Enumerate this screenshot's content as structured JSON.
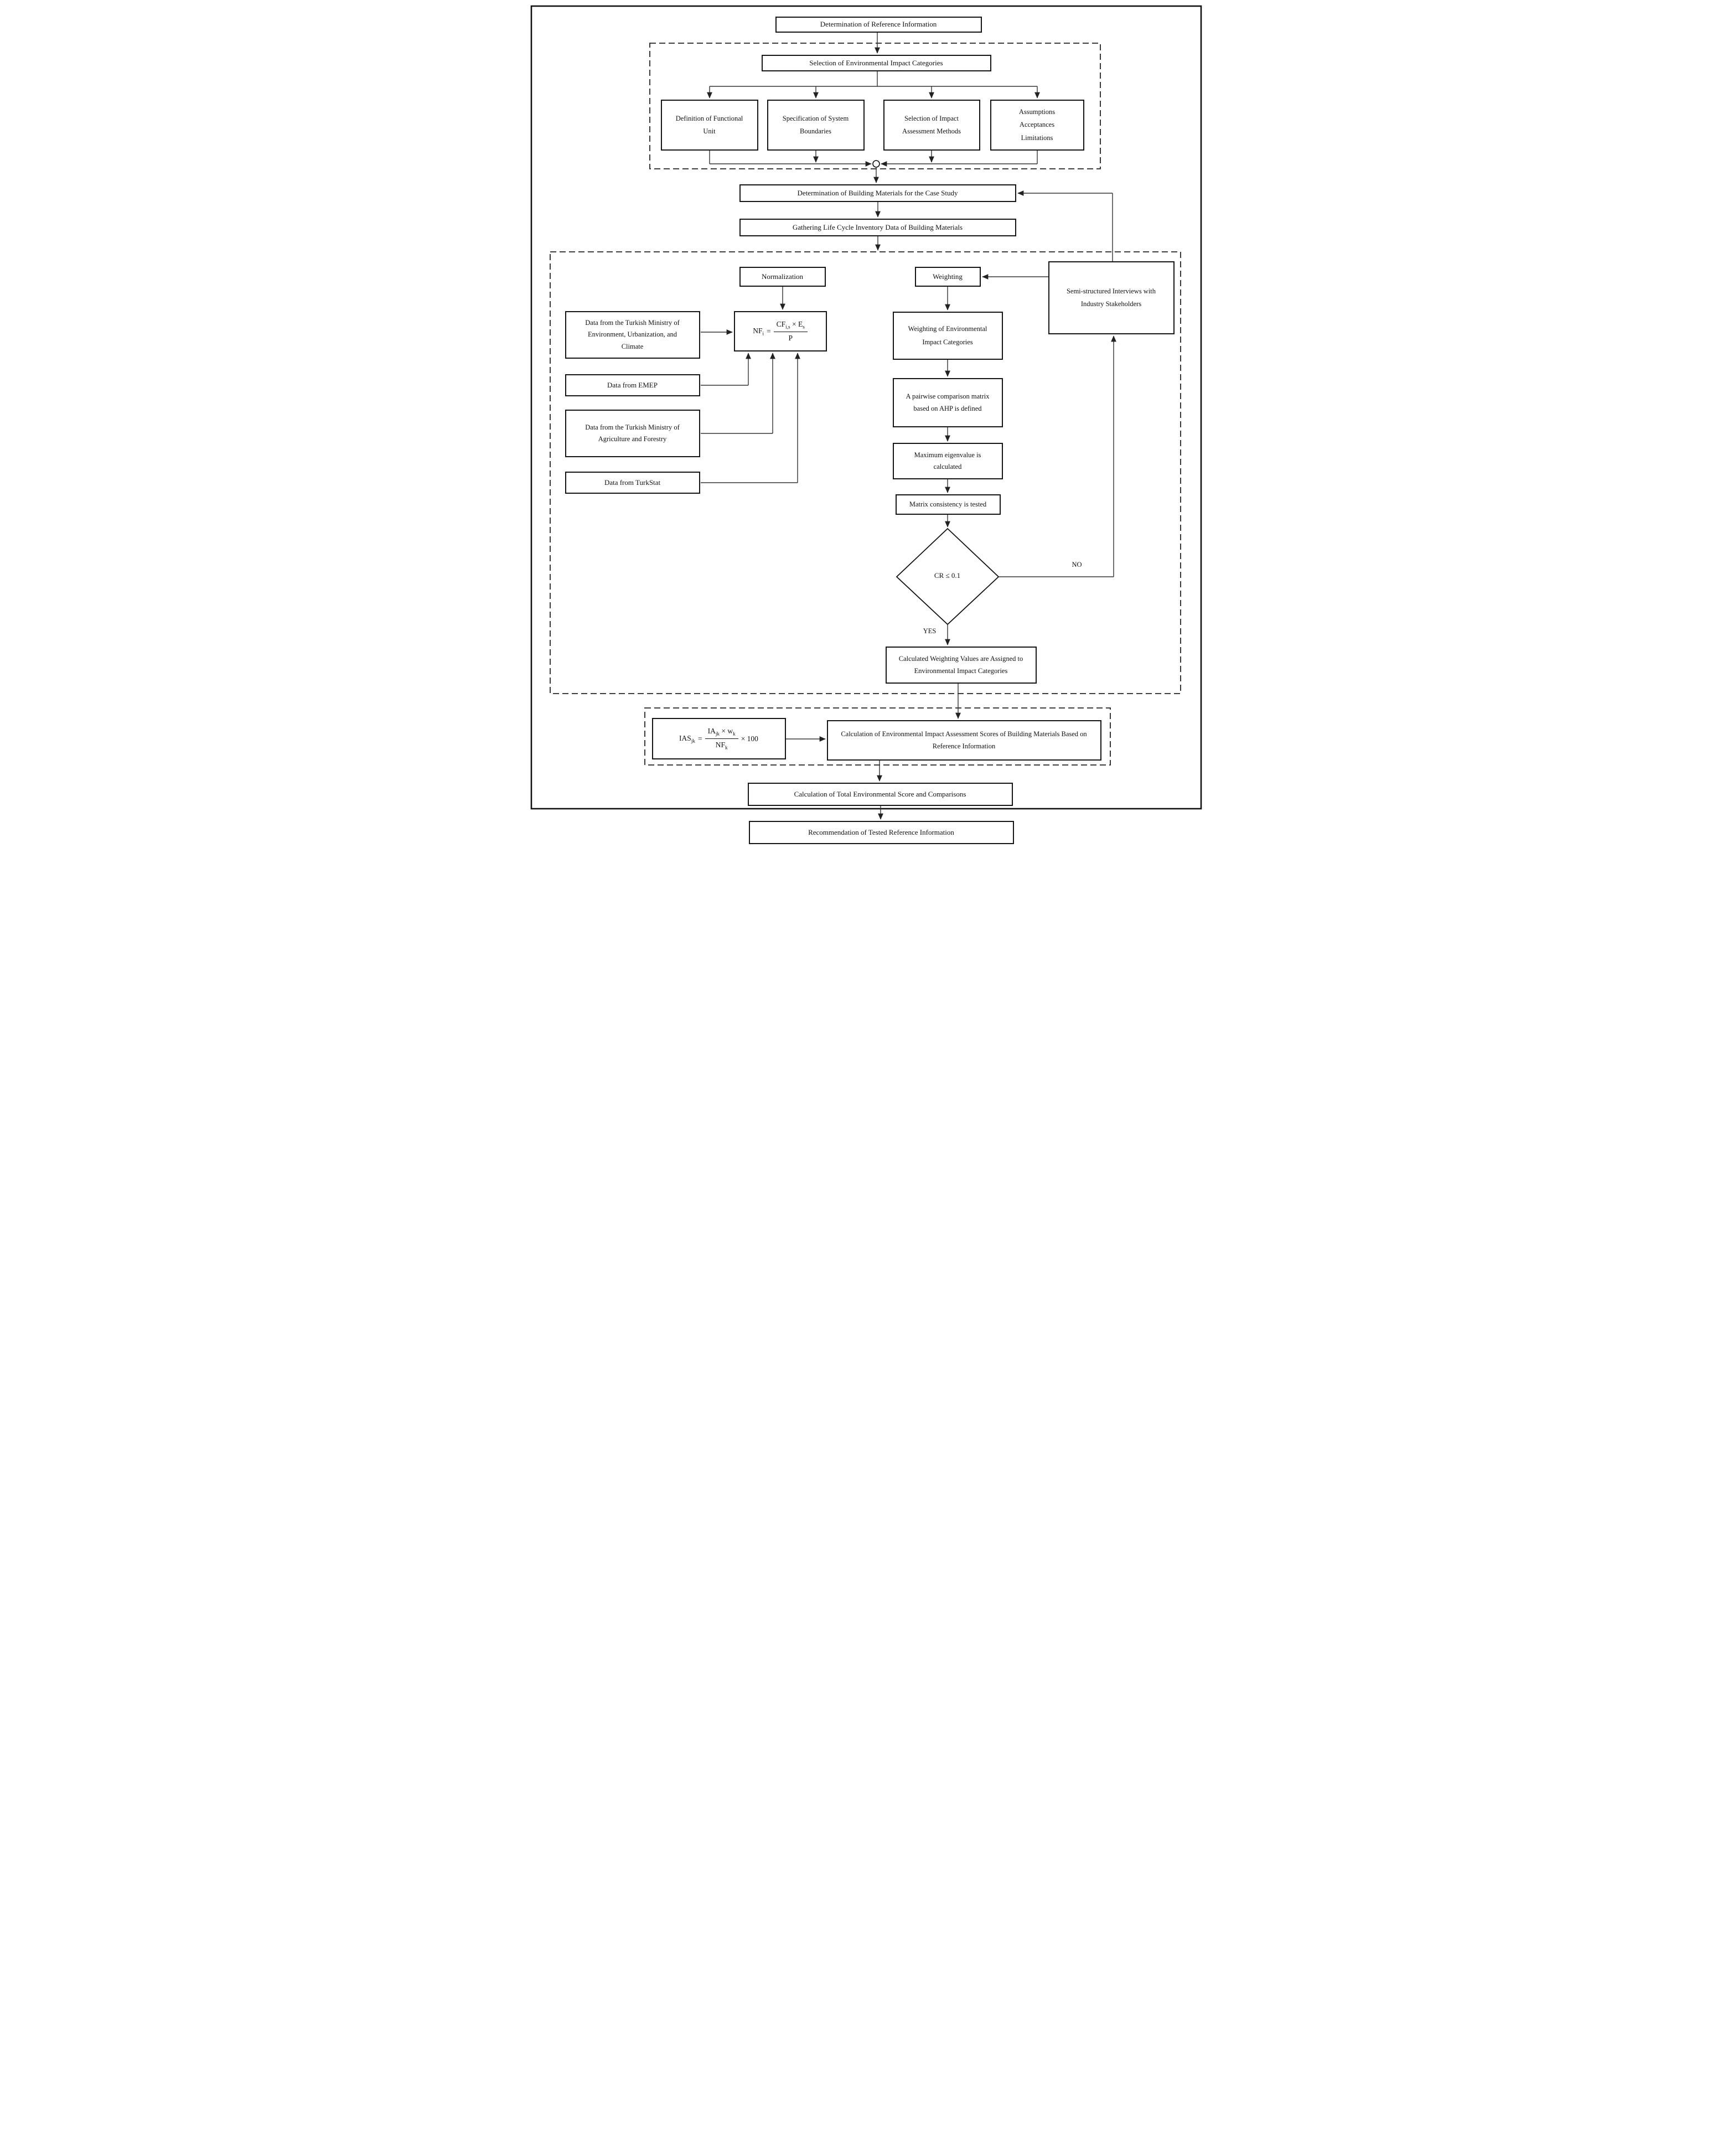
{
  "nodes": {
    "determination_reference": "Determination of Reference Information",
    "selection_categories": "Selection of Environmental Impact Categories",
    "definition_functional_unit": "Definition of Functional Unit",
    "specification_system_boundaries": "Specification of System Boundaries",
    "selection_impact_methods": "Selection of Impact Assessment Methods",
    "assumptions_acceptances_limitations": "Assumptions Acceptances Limitations",
    "determination_materials": "Determination of Building Materials for the Case Study",
    "gathering_lci": "Gathering Life Cycle Inventory Data of Building Materials",
    "normalization": "Normalization",
    "weighting": "Weighting",
    "semi_structured_interviews": "Semi-structured Interviews with Industry Stakeholders",
    "data_ministry_environment": "Data from the Turkish Ministry of Environment, Urbanization, and Climate",
    "data_emep": "Data from EMEP",
    "data_ministry_agriculture": "Data from the Turkish Ministry of Agriculture and Forestry",
    "data_turkstat": "Data from TurkStat",
    "weighting_of_categories": "Weighting of Environmental Impact Categories",
    "pairwise_matrix": "A pairwise comparison matrix based on AHP is defined",
    "maximum_eigenvalue": "Maximum eigenvalue is calculated",
    "matrix_consistency": "Matrix consistency is tested",
    "cr_condition": "CR ≤ 0.1",
    "calculated_weighting_values": "Calculated Weighting Values are Assigned to Environmental Impact Categories",
    "calculation_scores": "Calculation of Environmental Impact Assessment Scores of Building Materials Based on Reference Information",
    "calculation_total_score": "Calculation of Total Environmental Score and Comparisons",
    "recommendation": "Recommendation of Tested Reference Information"
  },
  "labels": {
    "yes": "YES",
    "no": "NO"
  },
  "formulas": {
    "nf": {
      "lhs": "NF",
      "lhs_sub": "i",
      "eq": "=",
      "num_left": "CF",
      "num_left_sub": "i,s",
      "op": "×",
      "num_right": "E",
      "num_right_sub": "s",
      "den": "P"
    },
    "ias": {
      "lhs": "IAS",
      "lhs_sub": "jk",
      "eq": "=",
      "num_left": "IA",
      "num_left_sub": "jk",
      "op": "×",
      "num_right": "w",
      "num_right_sub": "k",
      "den": "NF",
      "den_sub": "k",
      "mult": "× 100"
    }
  },
  "colors": {
    "line": "#333333",
    "box_border": "#151515",
    "background": "#ffffff"
  }
}
